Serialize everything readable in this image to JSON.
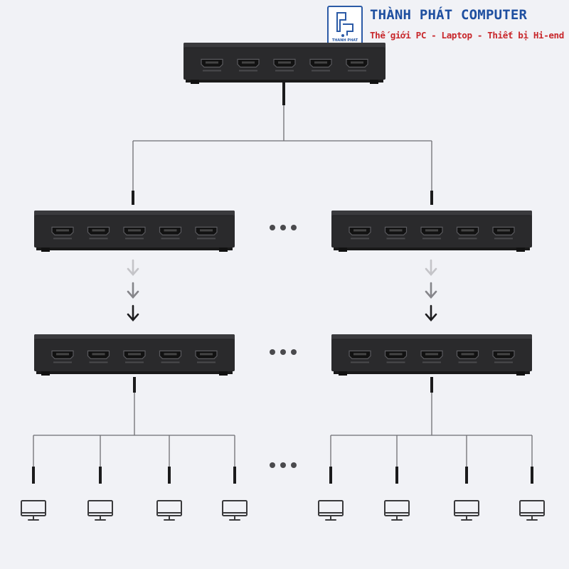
{
  "brand": {
    "name": "THÀNH PHÁT COMPUTER",
    "slogan": "Thế giới PC - Laptop - Thiết bị Hi-end",
    "logo_text": "THANH PHAT"
  },
  "diagram": {
    "node_types": [
      "hdmi-switch",
      "monitor-icon"
    ],
    "continuation_marker": "ellipsis-dots",
    "colors": {
      "background": "#f1f2f6",
      "device": "#2a2a2c",
      "cable": "#6e6e73",
      "arrow_light": "#c4c4c8",
      "arrow_mid": "#85858a",
      "arrow_dark": "#1d1d1f",
      "monitor": "#3a3a3c",
      "brand_blue": "#1e4fa0",
      "brand_red": "#c8272b"
    }
  }
}
